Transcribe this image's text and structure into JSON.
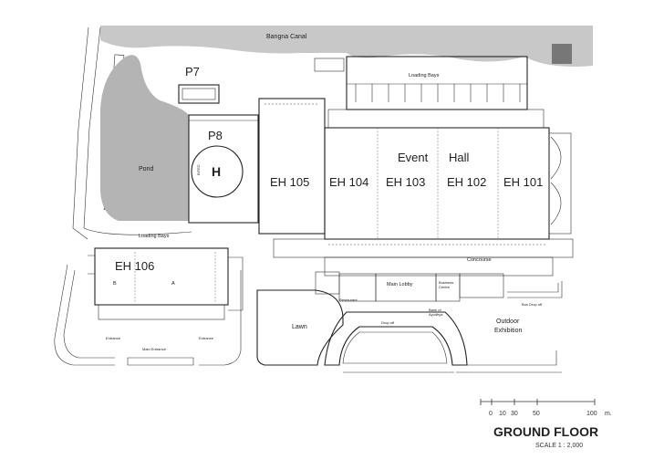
{
  "map": {
    "water_label": "Bangna Canal",
    "pond_label": "Pond",
    "parking": [
      {
        "label": "P7"
      },
      {
        "label": "P8"
      }
    ],
    "helipad": {
      "letter": "H",
      "side_label": "BITEC"
    },
    "loading_bays": [
      "Loading Bays",
      "Loading Bays"
    ],
    "halls": [
      "EH 105",
      "EH 104",
      "EH 103",
      "EH 102",
      "EH 101",
      "EH 106"
    ],
    "event_hall_words": [
      "Event",
      "Hall"
    ],
    "eh106_sections": [
      "B",
      "A"
    ],
    "entrances": [
      "Entrance",
      "Entrance",
      "Main Entrance"
    ],
    "areas": {
      "lawn": "Lawn",
      "drop_off": "Drop off",
      "concourse": "Concourse",
      "main_lobby": "Main Lobby",
      "business_centre": "Business\nCentre",
      "bank": "Bank of\nAyudhya",
      "outdoor_exhibition": "Outdoor\nExhibition",
      "bus_drop_off": "Bus Drop off",
      "restaurant": "Restaurant"
    },
    "colors": {
      "water": "#c8c8c8",
      "pond": "#b4b4b4",
      "lines": "#222222"
    }
  },
  "scale_bar": {
    "ticks": [
      "0",
      "10",
      "30",
      "50",
      "100"
    ],
    "unit": "m."
  },
  "footer": {
    "title": "GROUND FLOOR",
    "scale": "SCALE 1 : 2,000"
  }
}
